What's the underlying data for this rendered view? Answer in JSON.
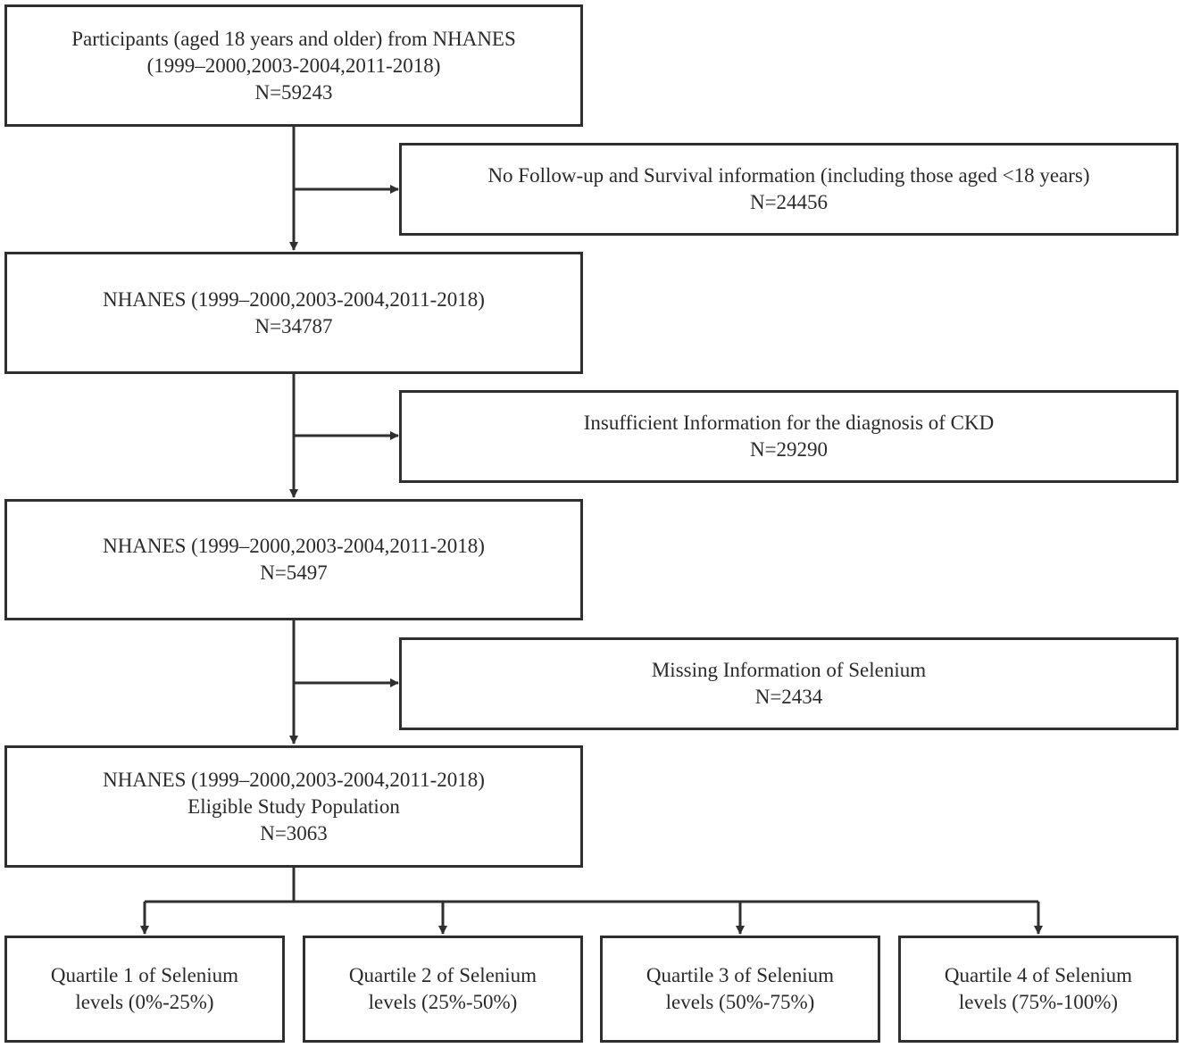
{
  "flowchart": {
    "main_boxes": [
      {
        "lines": [
          "Participants (aged 18 years and older) from NHANES",
          "(1999–2000,2003-2004,2011-2018)",
          "N=59243"
        ]
      },
      {
        "lines": [
          "NHANES (1999–2000,2003-2004,2011-2018)",
          "N=34787"
        ]
      },
      {
        "lines": [
          "NHANES (1999–2000,2003-2004,2011-2018)",
          "N=5497"
        ]
      },
      {
        "lines": [
          "NHANES (1999–2000,2003-2004,2011-2018)",
          "Eligible Study Population",
          "N=3063"
        ]
      }
    ],
    "exclusion_boxes": [
      {
        "lines": [
          "No Follow-up and Survival information (including those aged <18 years)",
          "N=24456"
        ]
      },
      {
        "lines": [
          "Insufficient Information for the diagnosis of CKD",
          "N=29290"
        ]
      },
      {
        "lines": [
          "Missing Information of Selenium",
          "N=2434"
        ]
      }
    ],
    "quartile_boxes": [
      {
        "lines": [
          "Quartile 1 of Selenium",
          "levels (0%-25%)"
        ]
      },
      {
        "lines": [
          "Quartile 2 of Selenium",
          "levels (25%-50%)"
        ]
      },
      {
        "lines": [
          "Quartile 3 of Selenium",
          "levels (50%-75%)"
        ]
      },
      {
        "lines": [
          "Quartile 4 of Selenium",
          "levels (75%-100%)"
        ]
      }
    ]
  }
}
